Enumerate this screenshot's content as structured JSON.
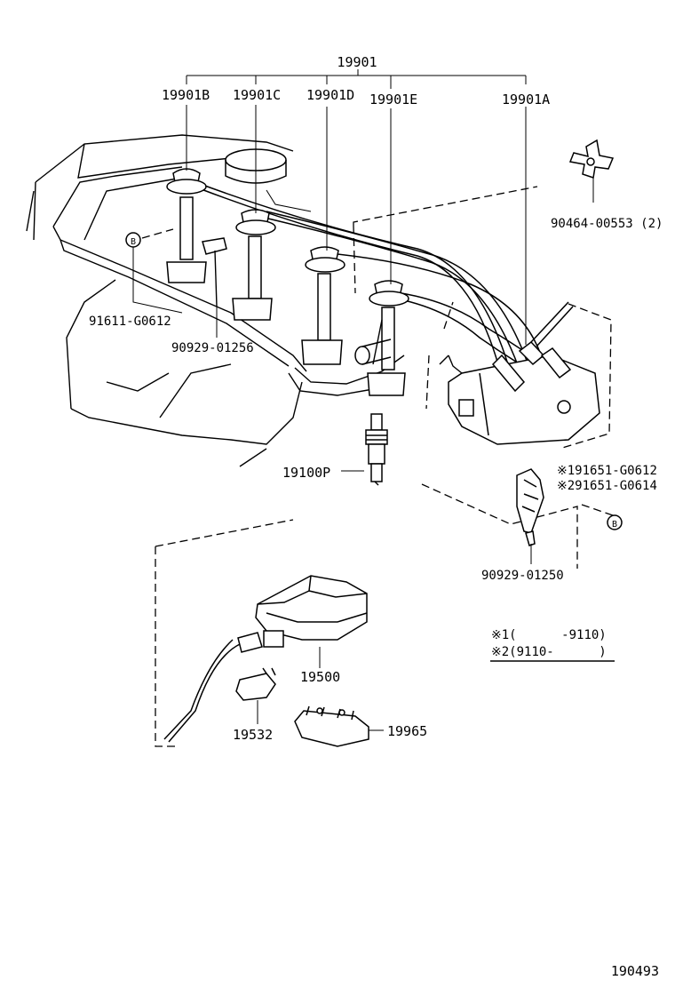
{
  "labels": {
    "cord_set": "19901",
    "cord_b": "19901B",
    "cord_c": "19901C",
    "cord_d": "19901D",
    "cord_e": "19901E",
    "cord_a": "19901A",
    "separator": "90464-00553 (2)",
    "bolt_a": "91611-G0612",
    "clamp_a": "90929-01256",
    "spark_plug": "19100P",
    "bolt_b1": "※191651-G0612",
    "bolt_b2": "※291651-G0614",
    "clamp_b": "90929-01250",
    "coil": "19500",
    "connector": "19532",
    "bracket": "19965",
    "marker_b": "B",
    "note_1": "※1(      -9110)",
    "note_2": "※2(9110-      )",
    "figure_number": "190493"
  }
}
